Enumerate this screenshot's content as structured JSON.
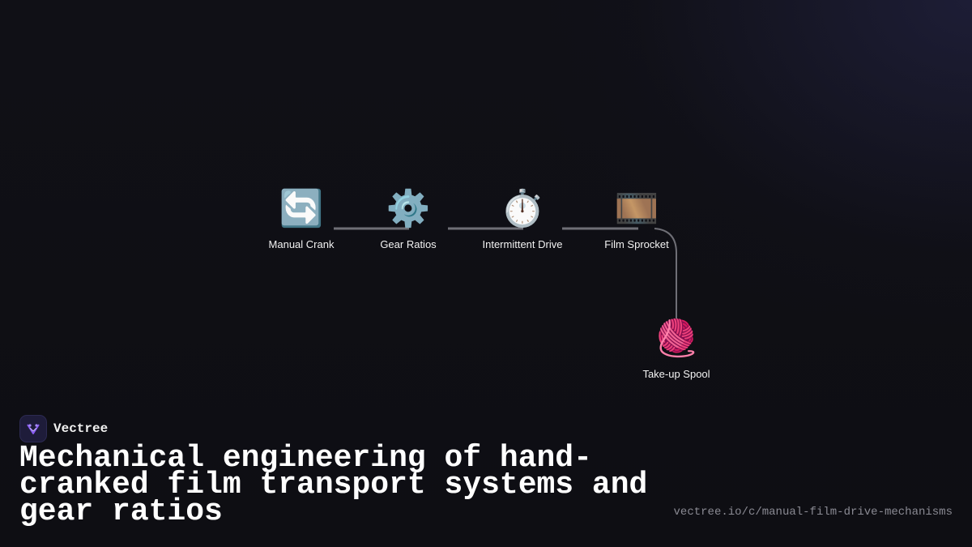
{
  "diagram": {
    "nodes": [
      {
        "id": "manual-crank",
        "icon": "🔄",
        "icon_name": "counterclockwise-arrows-icon",
        "label": "Manual Crank"
      },
      {
        "id": "gear-ratios",
        "icon": "⚙️",
        "icon_name": "gear-icon",
        "label": "Gear Ratios"
      },
      {
        "id": "intermittent-drive",
        "icon": "⏱️",
        "icon_name": "stopwatch-icon",
        "label": "Intermittent Drive"
      },
      {
        "id": "film-sprocket",
        "icon": "🎞️",
        "icon_name": "film-frames-icon",
        "label": "Film Sprocket"
      },
      {
        "id": "take-up-spool",
        "icon": "🧶",
        "icon_name": "yarn-ball-icon",
        "label": "Take-up Spool"
      }
    ],
    "edges": [
      {
        "from": "manual-crank",
        "to": "gear-ratios"
      },
      {
        "from": "gear-ratios",
        "to": "intermittent-drive"
      },
      {
        "from": "intermittent-drive",
        "to": "film-sprocket"
      },
      {
        "from": "film-sprocket",
        "to": "take-up-spool"
      }
    ],
    "edge_color": "#6f6f76"
  },
  "brand": {
    "name": "Vectree",
    "logo_icon": "vectree-logo-icon",
    "accent": "#8b5cf6"
  },
  "title": "Mechanical engineering of hand-cranked film transport systems and gear ratios",
  "url": "vectree.io/c/manual-film-drive-mechanisms"
}
